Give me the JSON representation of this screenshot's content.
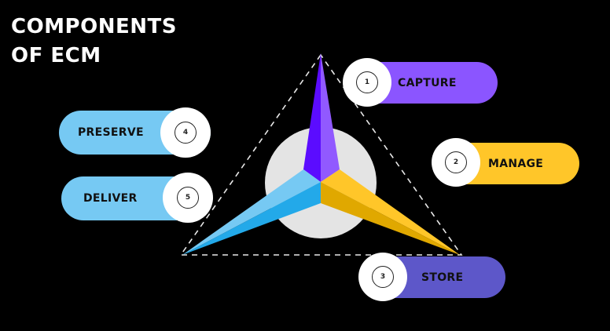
{
  "title_lines": [
    "COMPONENTS",
    "OF ECM"
  ],
  "components": [
    {
      "number": "1",
      "label": "CAPTURE",
      "color": "#8b55ff"
    },
    {
      "number": "2",
      "label": "MANAGE",
      "color": "#ffc629"
    },
    {
      "number": "3",
      "label": "STORE",
      "color": "#5d57c9"
    },
    {
      "number": "4",
      "label": "PRESERVE",
      "color": "#76c9f3"
    },
    {
      "number": "5",
      "label": "DELIVER",
      "color": "#76c9f3"
    }
  ]
}
